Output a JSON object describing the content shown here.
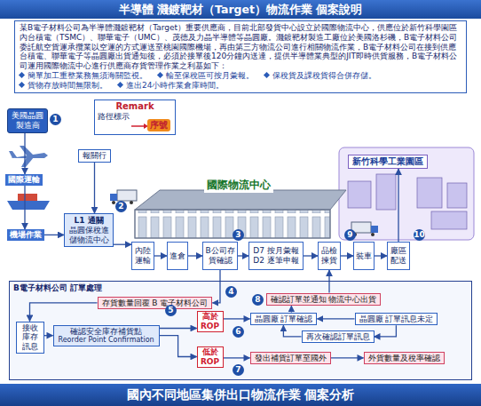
{
  "diagram": {
    "title": "半導體 濺鍍靶材（Target）物流作業 個案說明",
    "caption": "國內不同地區集併出口物流作業 個案分析",
    "nodes": [
      {
        "text": [
          "某B電子材料公司為半導體濺鍍靶材（Target）重要供應商，目前北部發貨中心設立於國際物流中心，供應位於新竹科學園區內台積電（TSMC）、聯華電子（UMC）、茂德及力晶半導體等晶圓廠。濺鍍靶材製造工廠位於美國洛杉磯，B電子材料公司委託航空貨運承攬業以空運的方式運送至桃園國際機場，再由第三方物流公司進行相關物流作業，B電子材料公司在接到供應台積電、聯華電子等晶圓廠出貨通知後，必須於接單後120分鐘內送達，提供半導體業典型的JIT即時供貨服務，B電子材料公司運用國際物流中心進行供應商存貨管理作業之利基如下：",
          "簡單加工重整業務無須海關監視。",
          "輸至保稅區可按月彙報。",
          "保稅貨及課稅貨得合併存儲。",
          "貨物存放時間無限制。",
          "進出24小時作業倉庫時間。"
        ]
      },
      {
        "text": [
          "Remark",
          "路徑標示"
        ]
      },
      {
        "text": [
          "序號"
        ],
        "in": 1
      },
      {
        "text": [
          "美國晶圓製造商"
        ]
      },
      {
        "text": [
          "國際運輸"
        ]
      },
      {
        "text": [
          "機場作業"
        ]
      },
      {
        "text": [
          "報關行"
        ]
      },
      {
        "text": [
          "L1 通關",
          "晶圓保稅進儲物流中心"
        ]
      },
      {
        "text": [
          "內陸運輸"
        ]
      },
      {
        "text": [
          "進倉"
        ]
      },
      {
        "text": [
          "B公司存貨確認"
        ]
      },
      {
        "text": [
          "D7 按月彙報",
          "D2 逐筆申報"
        ]
      },
      {
        "text": [
          "品檢揀貨"
        ]
      },
      {
        "text": [
          "裝車"
        ]
      },
      {
        "text": [
          "廠區配送"
        ]
      },
      {
        "text": [
          "新竹科學工業園區"
        ]
      },
      {
        "text": [
          "B電子材料公司 訂單處理"
        ]
      },
      {
        "text": [
          "存貨數量回覆 B 電子材料公司"
        ],
        "in": 16
      },
      {
        "text": [
          "接收庫存訊息"
        ],
        "in": 16
      },
      {
        "text": [
          "確認安全庫存補貨點",
          "Reorder Point Confirmation"
        ],
        "in": 16
      },
      {
        "text": [
          "高於 ROP"
        ],
        "in": 16
      },
      {
        "text": [
          "低於 ROP"
        ],
        "in": 16
      },
      {
        "text": [
          "確認訂單並通知 物流中心出貨"
        ],
        "in": 16
      },
      {
        "text": [
          "晶圓廠 訂單確認"
        ],
        "in": 16
      },
      {
        "text": [
          "晶圓廠 訂單訊息未定"
        ],
        "in": 16
      },
      {
        "text": [
          "再次確認訂單訊息"
        ],
        "in": 16
      },
      {
        "text": [
          "發出補貨訂單至國外"
        ],
        "in": 16
      },
      {
        "text": [
          "外貨數量及稅率確認"
        ],
        "in": 16
      }
    ],
    "edges": [
      {
        "from": 3,
        "to": 4,
        "arrow": "to"
      },
      {
        "from": 4,
        "to": 5,
        "arrow": "to"
      },
      {
        "from": 5,
        "to": 7,
        "arrow": "to"
      },
      {
        "from": 6,
        "to": 7,
        "arrow": "to"
      },
      {
        "from": 7,
        "to": 8,
        "arrow": "to"
      },
      {
        "from": 8,
        "to": 9,
        "arrow": "to"
      },
      {
        "from": 9,
        "to": 10,
        "arrow": "to"
      },
      {
        "from": 10,
        "to": 11,
        "arrow": "to"
      },
      {
        "from": 11,
        "to": 12,
        "arrow": "to"
      },
      {
        "from": 12,
        "to": 13,
        "arrow": "to"
      },
      {
        "from": 13,
        "to": 14,
        "arrow": "to"
      },
      {
        "from": 14,
        "to": 15,
        "arrow": "to"
      },
      {
        "from": 10,
        "to": 17,
        "arrow": "to"
      },
      {
        "from": 17,
        "to": 18,
        "arrow": "to"
      },
      {
        "from": 18,
        "to": 19,
        "arrow": "to"
      },
      {
        "from": 19,
        "to": 20,
        "arrow": "to"
      },
      {
        "from": 19,
        "to": 21,
        "arrow": "to"
      },
      {
        "from": 20,
        "to": 23,
        "arrow": "to"
      },
      {
        "from": 23,
        "to": 22,
        "arrow": "to"
      },
      {
        "from": 22,
        "to": 12,
        "arrow": "to"
      },
      {
        "from": 24,
        "to": 23,
        "arrow": "to"
      },
      {
        "from": 24,
        "to": 25,
        "arrow": "to"
      },
      {
        "from": 25,
        "to": 23,
        "arrow": "to"
      },
      {
        "from": 21,
        "to": 26,
        "arrow": "to"
      },
      {
        "from": 26,
        "to": 27,
        "arrow": "to"
      }
    ],
    "labels": [
      "國際物流中心",
      "1",
      "2",
      "3",
      "4",
      "5",
      "6",
      "7",
      "8",
      "9",
      "10"
    ]
  }
}
